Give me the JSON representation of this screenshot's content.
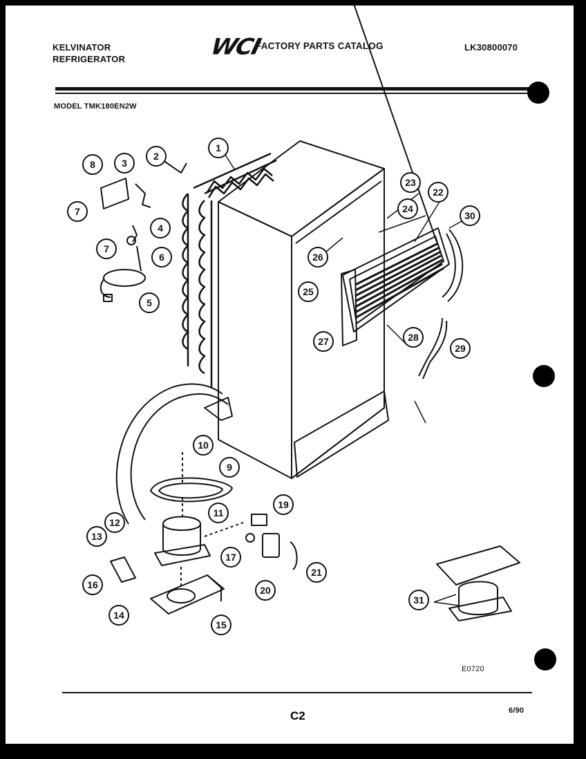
{
  "header": {
    "brand_line1": "KELVINATOR",
    "brand_line2": "REFRIGERATOR",
    "logo": "WCI",
    "catalog_title": "FACTORY PARTS CATALOG",
    "catalog_number": "LK30800070",
    "model_line": "MODEL TMK180EN2W"
  },
  "footer": {
    "drawing_code": "E0720",
    "page": "C2",
    "date": "6/90"
  },
  "callouts": [
    "1",
    "2",
    "3",
    "4",
    "5",
    "6",
    "7",
    "7",
    "8",
    "9",
    "10",
    "11",
    "12",
    "13",
    "14",
    "15",
    "16",
    "17",
    "19",
    "20",
    "21",
    "22",
    "23",
    "24",
    "25",
    "26",
    "27",
    "28",
    "29",
    "30",
    "31"
  ],
  "colors": {
    "ink": "#111111",
    "paper": "#ffffff",
    "border": "#000000"
  }
}
